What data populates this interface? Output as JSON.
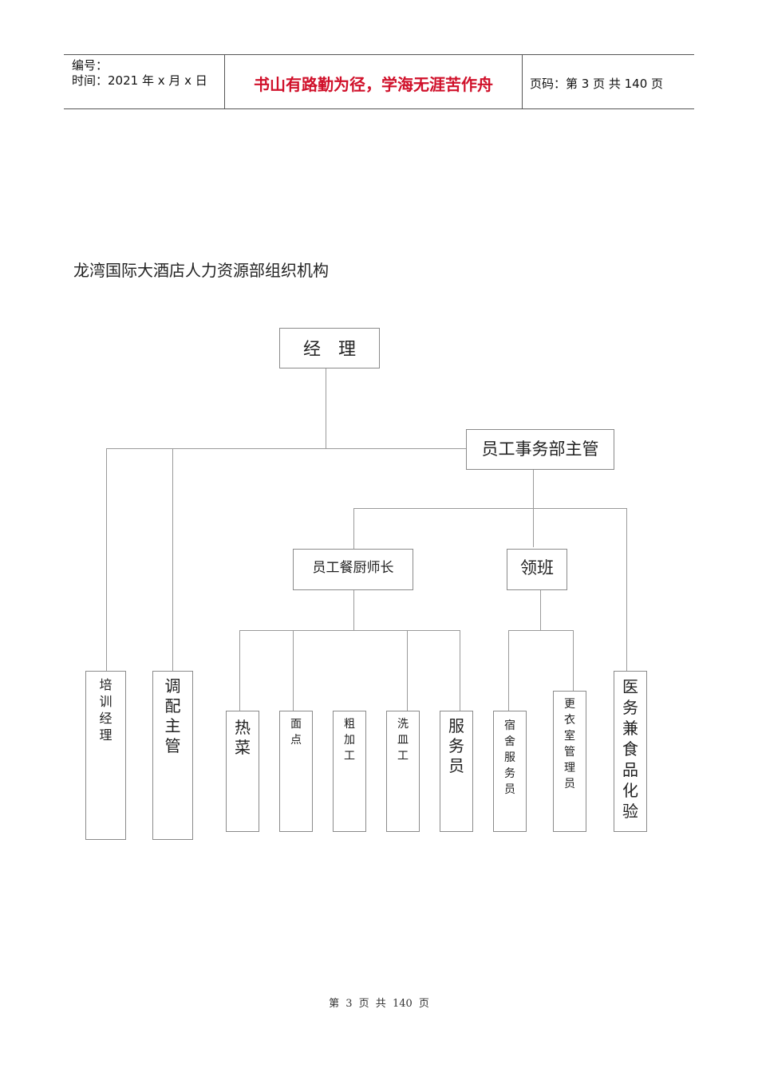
{
  "header": {
    "number_label": "编号：",
    "time_label": "时间：2021 年 x 月 x 日",
    "slogan": "书山有路勤为径，学海无涯苦作舟",
    "page_info": "页码：第 3 页  共 140 页"
  },
  "doc_title": "龙湾国际大酒店人力资源部组织机构",
  "org_chart": {
    "manager": "经　理",
    "staff_affairs_supervisor": "员工事务部主管",
    "training_manager": "培训经理",
    "deployment_supervisor": "调配主管",
    "staff_canteen_chef": "员工餐厨师长",
    "team_leader": "领班",
    "hot_dishes": "热菜",
    "pastry": "面点",
    "rough_processing": "粗加工",
    "dishwashing": "洗皿工",
    "server": "服务员",
    "dorm_attendant": "宿舍服务员",
    "locker_room_manager": "更衣室管理员",
    "medical_food_testing": "医务兼食品化验"
  },
  "footer": {
    "page_label_1": "第",
    "page_current": "3",
    "page_label_2": "页",
    "page_label_3": "共",
    "page_total": "140",
    "page_label_4": "页"
  }
}
